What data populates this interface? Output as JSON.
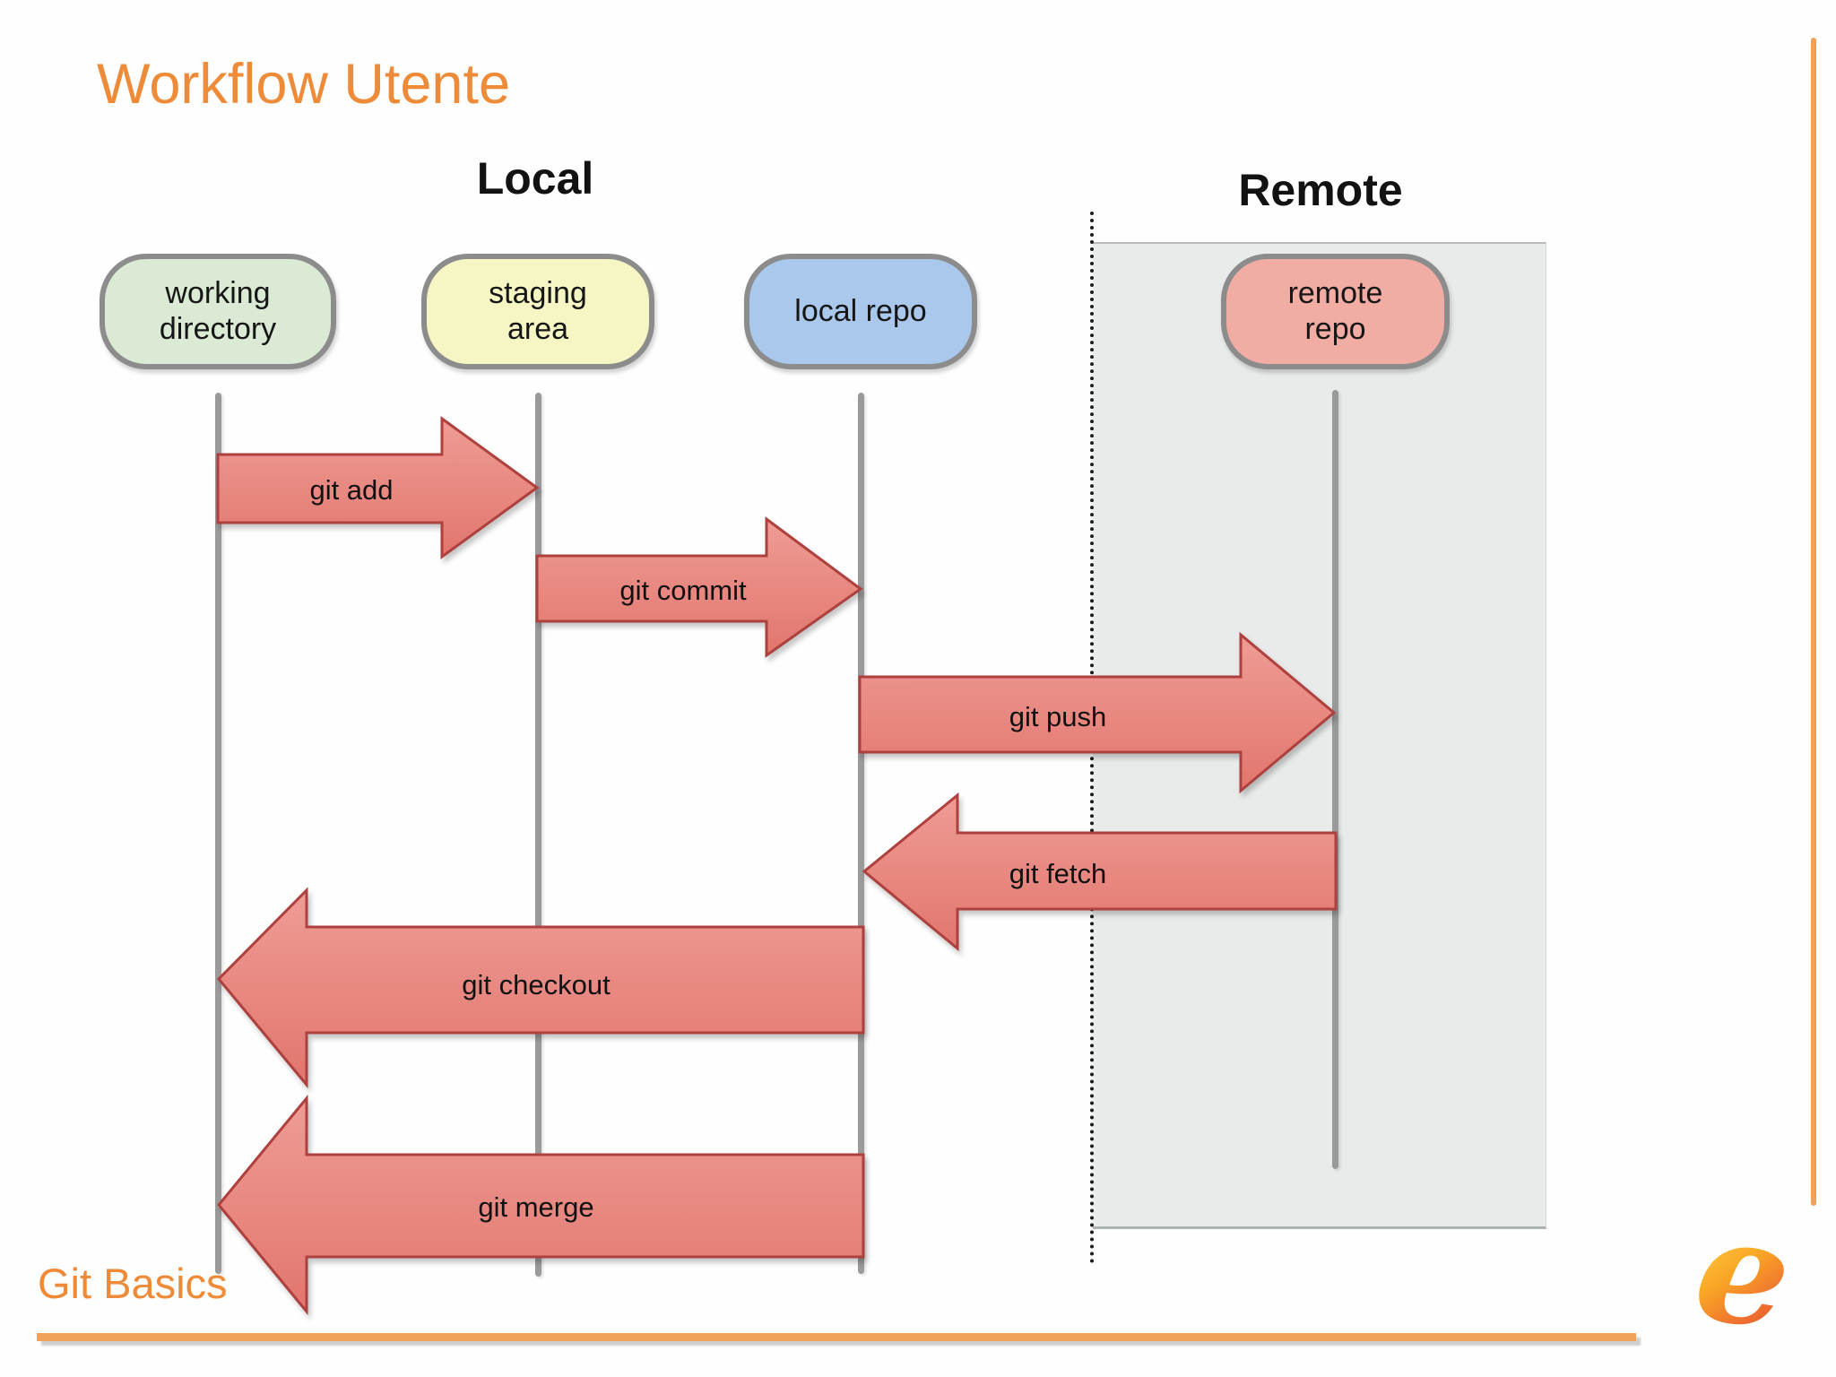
{
  "slide": {
    "title": "Workflow Utente",
    "footer": "Git Basics"
  },
  "diagram": {
    "sections": [
      {
        "id": "local",
        "label": "Local"
      },
      {
        "id": "remote",
        "label": "Remote"
      }
    ],
    "nodes": [
      {
        "id": "working-directory",
        "lines": [
          "working",
          "directory"
        ],
        "section": "local"
      },
      {
        "id": "staging-area",
        "lines": [
          "staging",
          "area"
        ],
        "section": "local"
      },
      {
        "id": "local-repo",
        "lines": [
          "local repo"
        ],
        "section": "local"
      },
      {
        "id": "remote-repo",
        "lines": [
          "remote",
          "repo"
        ],
        "section": "remote"
      }
    ],
    "arrows": [
      {
        "id": "git-add",
        "label": "git add",
        "from": "working-directory",
        "to": "staging-area",
        "direction": "right"
      },
      {
        "id": "git-commit",
        "label": "git commit",
        "from": "staging-area",
        "to": "local-repo",
        "direction": "right"
      },
      {
        "id": "git-push",
        "label": "git push",
        "from": "local-repo",
        "to": "remote-repo",
        "direction": "right"
      },
      {
        "id": "git-fetch",
        "label": "git fetch",
        "from": "remote-repo",
        "to": "local-repo",
        "direction": "left"
      },
      {
        "id": "git-checkout",
        "label": "git checkout",
        "from": "local-repo",
        "to": "working-directory",
        "direction": "left"
      },
      {
        "id": "git-merge",
        "label": "git merge",
        "from": "local-repo",
        "to": "working-directory",
        "direction": "left"
      }
    ]
  },
  "colors": {
    "accent_orange": "#ee8b38",
    "rule_orange": "#f2a159",
    "arrow_fill_light": "#ef9c95",
    "arrow_fill_dark": "#e1766e",
    "arrow_border": "#ae403d",
    "node_border": "#8c8c8c",
    "remote_panel_bg": "#e9ebeb",
    "node_fills": {
      "working-directory": "#dbead4",
      "staging-area": "#f5f6c3",
      "local-repo": "#aac8ec",
      "remote-repo": "#f1aca4"
    }
  }
}
